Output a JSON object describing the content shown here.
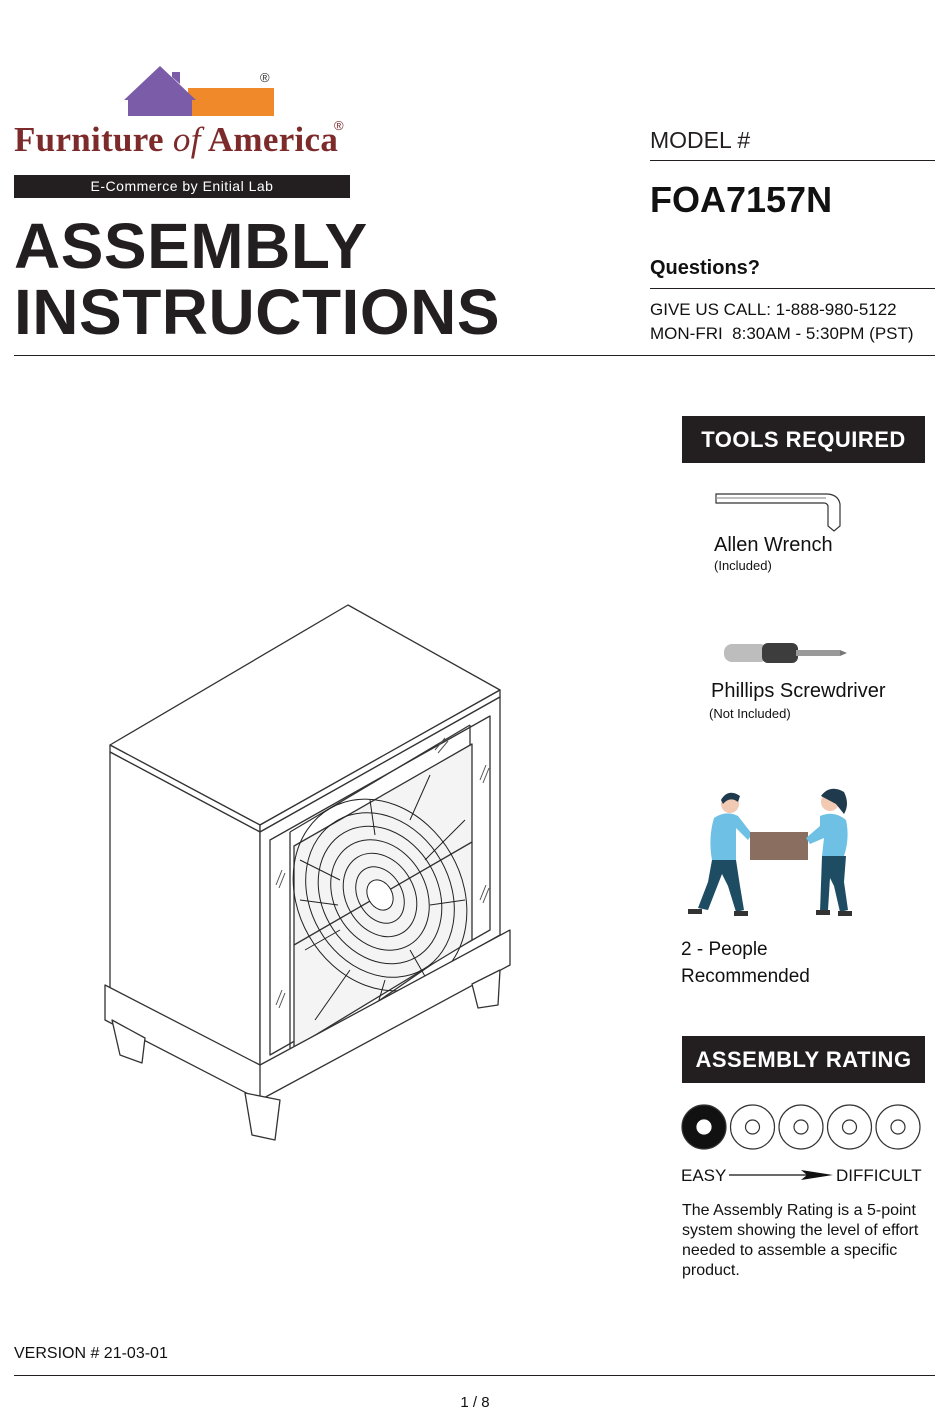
{
  "brand": {
    "name_part1": "Furniture ",
    "name_of": "of",
    "name_part2": " America",
    "registered_mark": "®",
    "tagline": "E-Commerce by Enitial Lab",
    "colors": {
      "purple": "#7b5ca8",
      "orange": "#f0892a",
      "maroon": "#7d2a2a"
    }
  },
  "title": {
    "line1": "ASSEMBLY",
    "line2": "INSTRUCTIONS"
  },
  "model": {
    "label": "MODEL #",
    "number": "FOA7157N"
  },
  "contact": {
    "heading": "Questions?",
    "phone": "GIVE US CALL: 1-888-980-5122",
    "hours": "MON-FRI  8:30AM - 5:30PM (PST)"
  },
  "tools": {
    "heading": "TOOLS REQUIRED",
    "items": [
      {
        "icon": "allen-wrench-icon",
        "label": "Allen Wrench",
        "note": "(Included)"
      },
      {
        "icon": "phillips-screwdriver-icon",
        "label": "Phillips Screwdriver",
        "note": "(Not Included)"
      }
    ]
  },
  "people": {
    "icon": "two-people-carrying-icon",
    "line1": "2 - People",
    "line2": "Recommended"
  },
  "rating": {
    "heading": "ASSEMBLY RATING",
    "value": 1,
    "max": 5,
    "easy_label": "EASY",
    "difficult_label": "DIFFICULT",
    "description": "The Assembly Rating is a 5-point system showing the level of effort needed to assemble a specific product."
  },
  "product": {
    "icon": "nightstand-drawing"
  },
  "footer": {
    "version": "VERSION # 21-03-01",
    "page": "1 / 8"
  }
}
